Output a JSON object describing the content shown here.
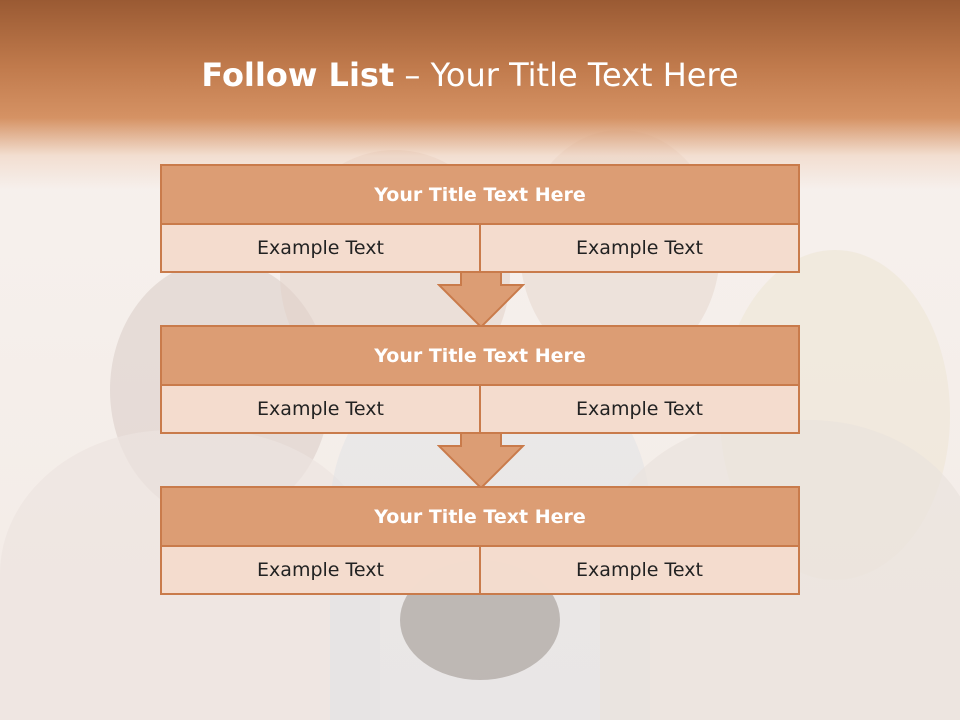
{
  "slide": {
    "title_bold": "Follow List",
    "title_rest": "– Your Title Text Here"
  },
  "colors": {
    "header_top": "#9a5a33",
    "accent": "#c97b4b",
    "block_header": "#dc9d74",
    "block_cell": "#f3dbce"
  },
  "blocks": [
    {
      "title": "Your Title Text Here",
      "left": "Example Text",
      "right": "Example Text"
    },
    {
      "title": "Your Title Text Here",
      "left": "Example Text",
      "right": "Example Text"
    },
    {
      "title": "Your Title Text Here",
      "left": "Example Text",
      "right": "Example Text"
    }
  ]
}
